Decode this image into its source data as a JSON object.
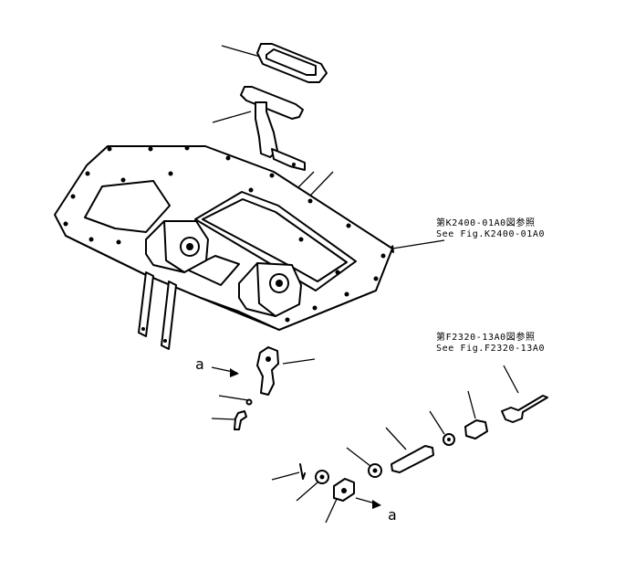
{
  "references": [
    {
      "jp": "第K2400-01A0図参照",
      "en": "See Fig.K2400-01A0"
    },
    {
      "jp": "第F2320-13A0図参照",
      "en": "See Fig.F2320-13A0"
    }
  ],
  "direction_labels": [
    "a",
    "a"
  ]
}
